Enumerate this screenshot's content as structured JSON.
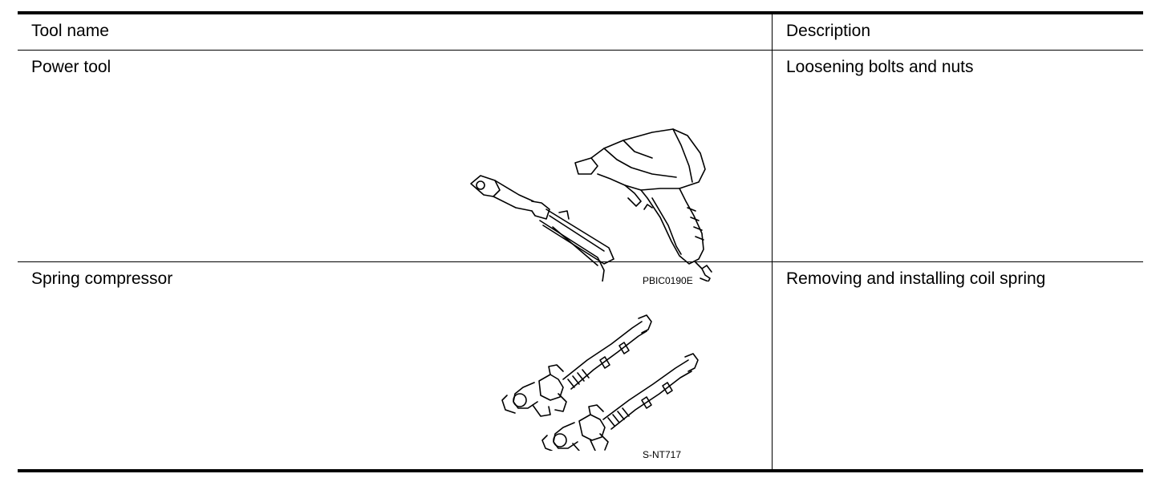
{
  "table": {
    "header": {
      "tool_name": "Tool name",
      "description": "Description"
    },
    "rows": [
      {
        "tool_name": "Power tool",
        "description": "Loosening bolts and nuts",
        "figure_code": "PBIC0190E",
        "illustration": "power-tool-illustration"
      },
      {
        "tool_name": "Spring compressor",
        "description": "Removing and installing coil spring",
        "figure_code": "S-NT717",
        "illustration": "spring-compressor-illustration"
      }
    ]
  }
}
